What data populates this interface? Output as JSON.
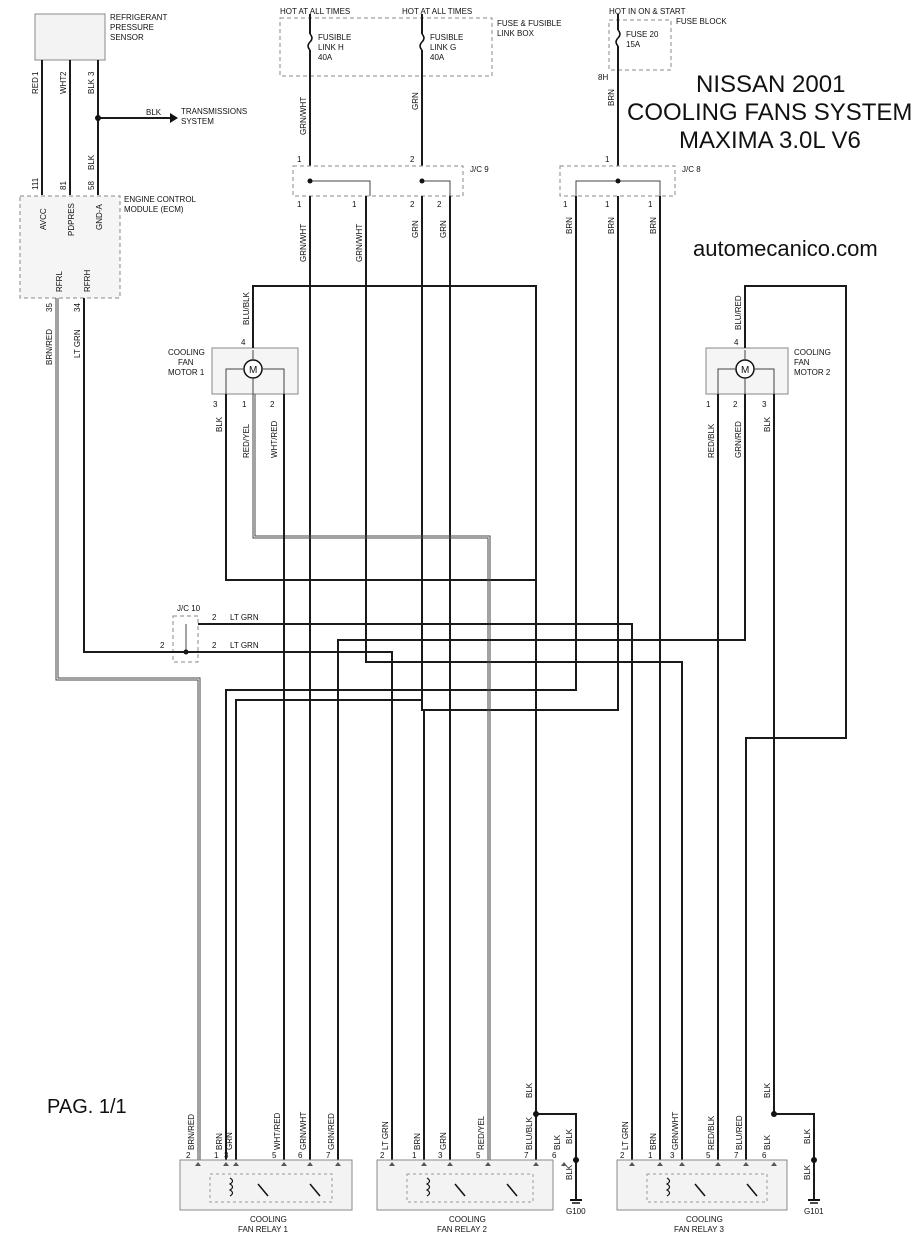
{
  "title": {
    "line1": "NISSAN 2001",
    "line2": "COOLING FANS SYSTEM",
    "line3": "MAXIMA 3.0L V6"
  },
  "website": "automecanico.com",
  "page_number": "PAG. 1/1",
  "sensor": {
    "name_line1": "REFRIGERANT",
    "name_line2": "PRESSURE",
    "name_line3": "SENSOR",
    "pins": [
      {
        "num": "1",
        "color": "RED"
      },
      {
        "num": "2",
        "color": "WHT"
      },
      {
        "num": "3",
        "color": "BLK"
      }
    ]
  },
  "transmission": {
    "wire": "BLK",
    "line1": "TRANSMISSIONS",
    "line2": "SYSTEM"
  },
  "ecm": {
    "name_line1": "ENGINE CONTROL",
    "name_line2": "MODULE (ECM)",
    "top_pins": [
      {
        "num": "111",
        "name": "AVCC"
      },
      {
        "num": "81",
        "name": "PDPRES"
      },
      {
        "num": "58",
        "name": "GND-A",
        "wire": "BLK"
      }
    ],
    "bottom_pins": [
      {
        "num": "35",
        "name": "RFRL",
        "wire": "BRN/RED"
      },
      {
        "num": "34",
        "name": "RFRH",
        "wire": "LT GRN"
      }
    ]
  },
  "fuse_box": {
    "name_line1": "FUSE & FUSIBLE",
    "name_line2": "LINK BOX",
    "hot1": "HOT AT ALL TIMES",
    "hot2": "HOT AT ALL TIMES",
    "link_h": {
      "line1": "FUSIBLE",
      "line2": "LINK H",
      "line3": "40A"
    },
    "link_g": {
      "line1": "FUSIBLE",
      "line2": "LINK G",
      "line3": "40A"
    }
  },
  "fuse_block": {
    "name": "FUSE BLOCK",
    "hot": "HOT IN ON & START",
    "fuse": "FUSE 20",
    "amp": "15A",
    "pin": "8H",
    "wire": "BRN"
  },
  "jc9": {
    "name": "J/C 9",
    "in1": "1",
    "in2": "2",
    "out": [
      "1",
      "1",
      "2",
      "2"
    ],
    "top_wires": [
      "GRN/WHT",
      "GRN"
    ],
    "bottom_wires": [
      "GRN/WHT",
      "GRN/WHT",
      "GRN",
      "GRN"
    ]
  },
  "jc8": {
    "name": "J/C 8",
    "in": "1",
    "out": [
      "1",
      "1",
      "1"
    ],
    "wires": [
      "BRN",
      "BRN",
      "BRN"
    ]
  },
  "jc10": {
    "name": "J/C 10",
    "in": "2",
    "out1": "2",
    "out2": "2",
    "wire1": "LT GRN",
    "wire2": "LT GRN"
  },
  "motor1": {
    "line1": "COOLING",
    "line2": "FAN",
    "line3": "MOTOR 1",
    "top_pin": "4",
    "top_wire": "BLU/BLK",
    "pins": [
      {
        "num": "3",
        "color": "BLK"
      },
      {
        "num": "1",
        "color": "RED/YEL"
      },
      {
        "num": "2",
        "color": "WHT/RED"
      }
    ]
  },
  "motor2": {
    "line1": "COOLING",
    "line2": "FAN",
    "line3": "MOTOR 2",
    "top_pin": "4",
    "top_wire": "BLU/RED",
    "pins": [
      {
        "num": "1",
        "color": "RED/BLK"
      },
      {
        "num": "2",
        "color": "GRN/RED"
      },
      {
        "num": "3",
        "color": "BLK"
      }
    ]
  },
  "relays": [
    {
      "line1": "COOLING",
      "line2": "FAN RELAY 1",
      "pins": [
        {
          "num": "2",
          "color": "BRN/RED"
        },
        {
          "num": "1",
          "color": "BRN"
        },
        {
          "num": "3",
          "color": "GRN"
        },
        {
          "num": "5",
          "color": "WHT/RED"
        },
        {
          "num": "6",
          "color": "GRN/WHT"
        },
        {
          "num": "7",
          "color": "GRN/RED"
        }
      ]
    },
    {
      "line1": "COOLING",
      "line2": "FAN RELAY 2",
      "pins": [
        {
          "num": "2",
          "color": "LT GRN"
        },
        {
          "num": "1",
          "color": "BRN"
        },
        {
          "num": "3",
          "color": "GRN"
        },
        {
          "num": "5",
          "color": "RED/YEL"
        },
        {
          "num": "7",
          "color": "BLU/BLK"
        },
        {
          "num": "6",
          "color": "BLK"
        }
      ]
    },
    {
      "line1": "COOLING",
      "line2": "FAN RELAY 3",
      "pins": [
        {
          "num": "2",
          "color": "LT GRN"
        },
        {
          "num": "1",
          "color": "BRN"
        },
        {
          "num": "3",
          "color": "GRN/WHT"
        },
        {
          "num": "5",
          "color": "RED/BLK"
        },
        {
          "num": "7",
          "color": "BLU/RED"
        },
        {
          "num": "6",
          "color": "BLK"
        }
      ]
    }
  ],
  "ground1": {
    "name": "G100",
    "wire_top": "BLK",
    "wire_mid": "BLK",
    "wire_bottom": "BLK"
  },
  "ground2": {
    "name": "G101",
    "wire_top": "BLK",
    "wire_mid": "BLK",
    "wire_bottom": "BLK"
  },
  "motor_symbol": "M"
}
